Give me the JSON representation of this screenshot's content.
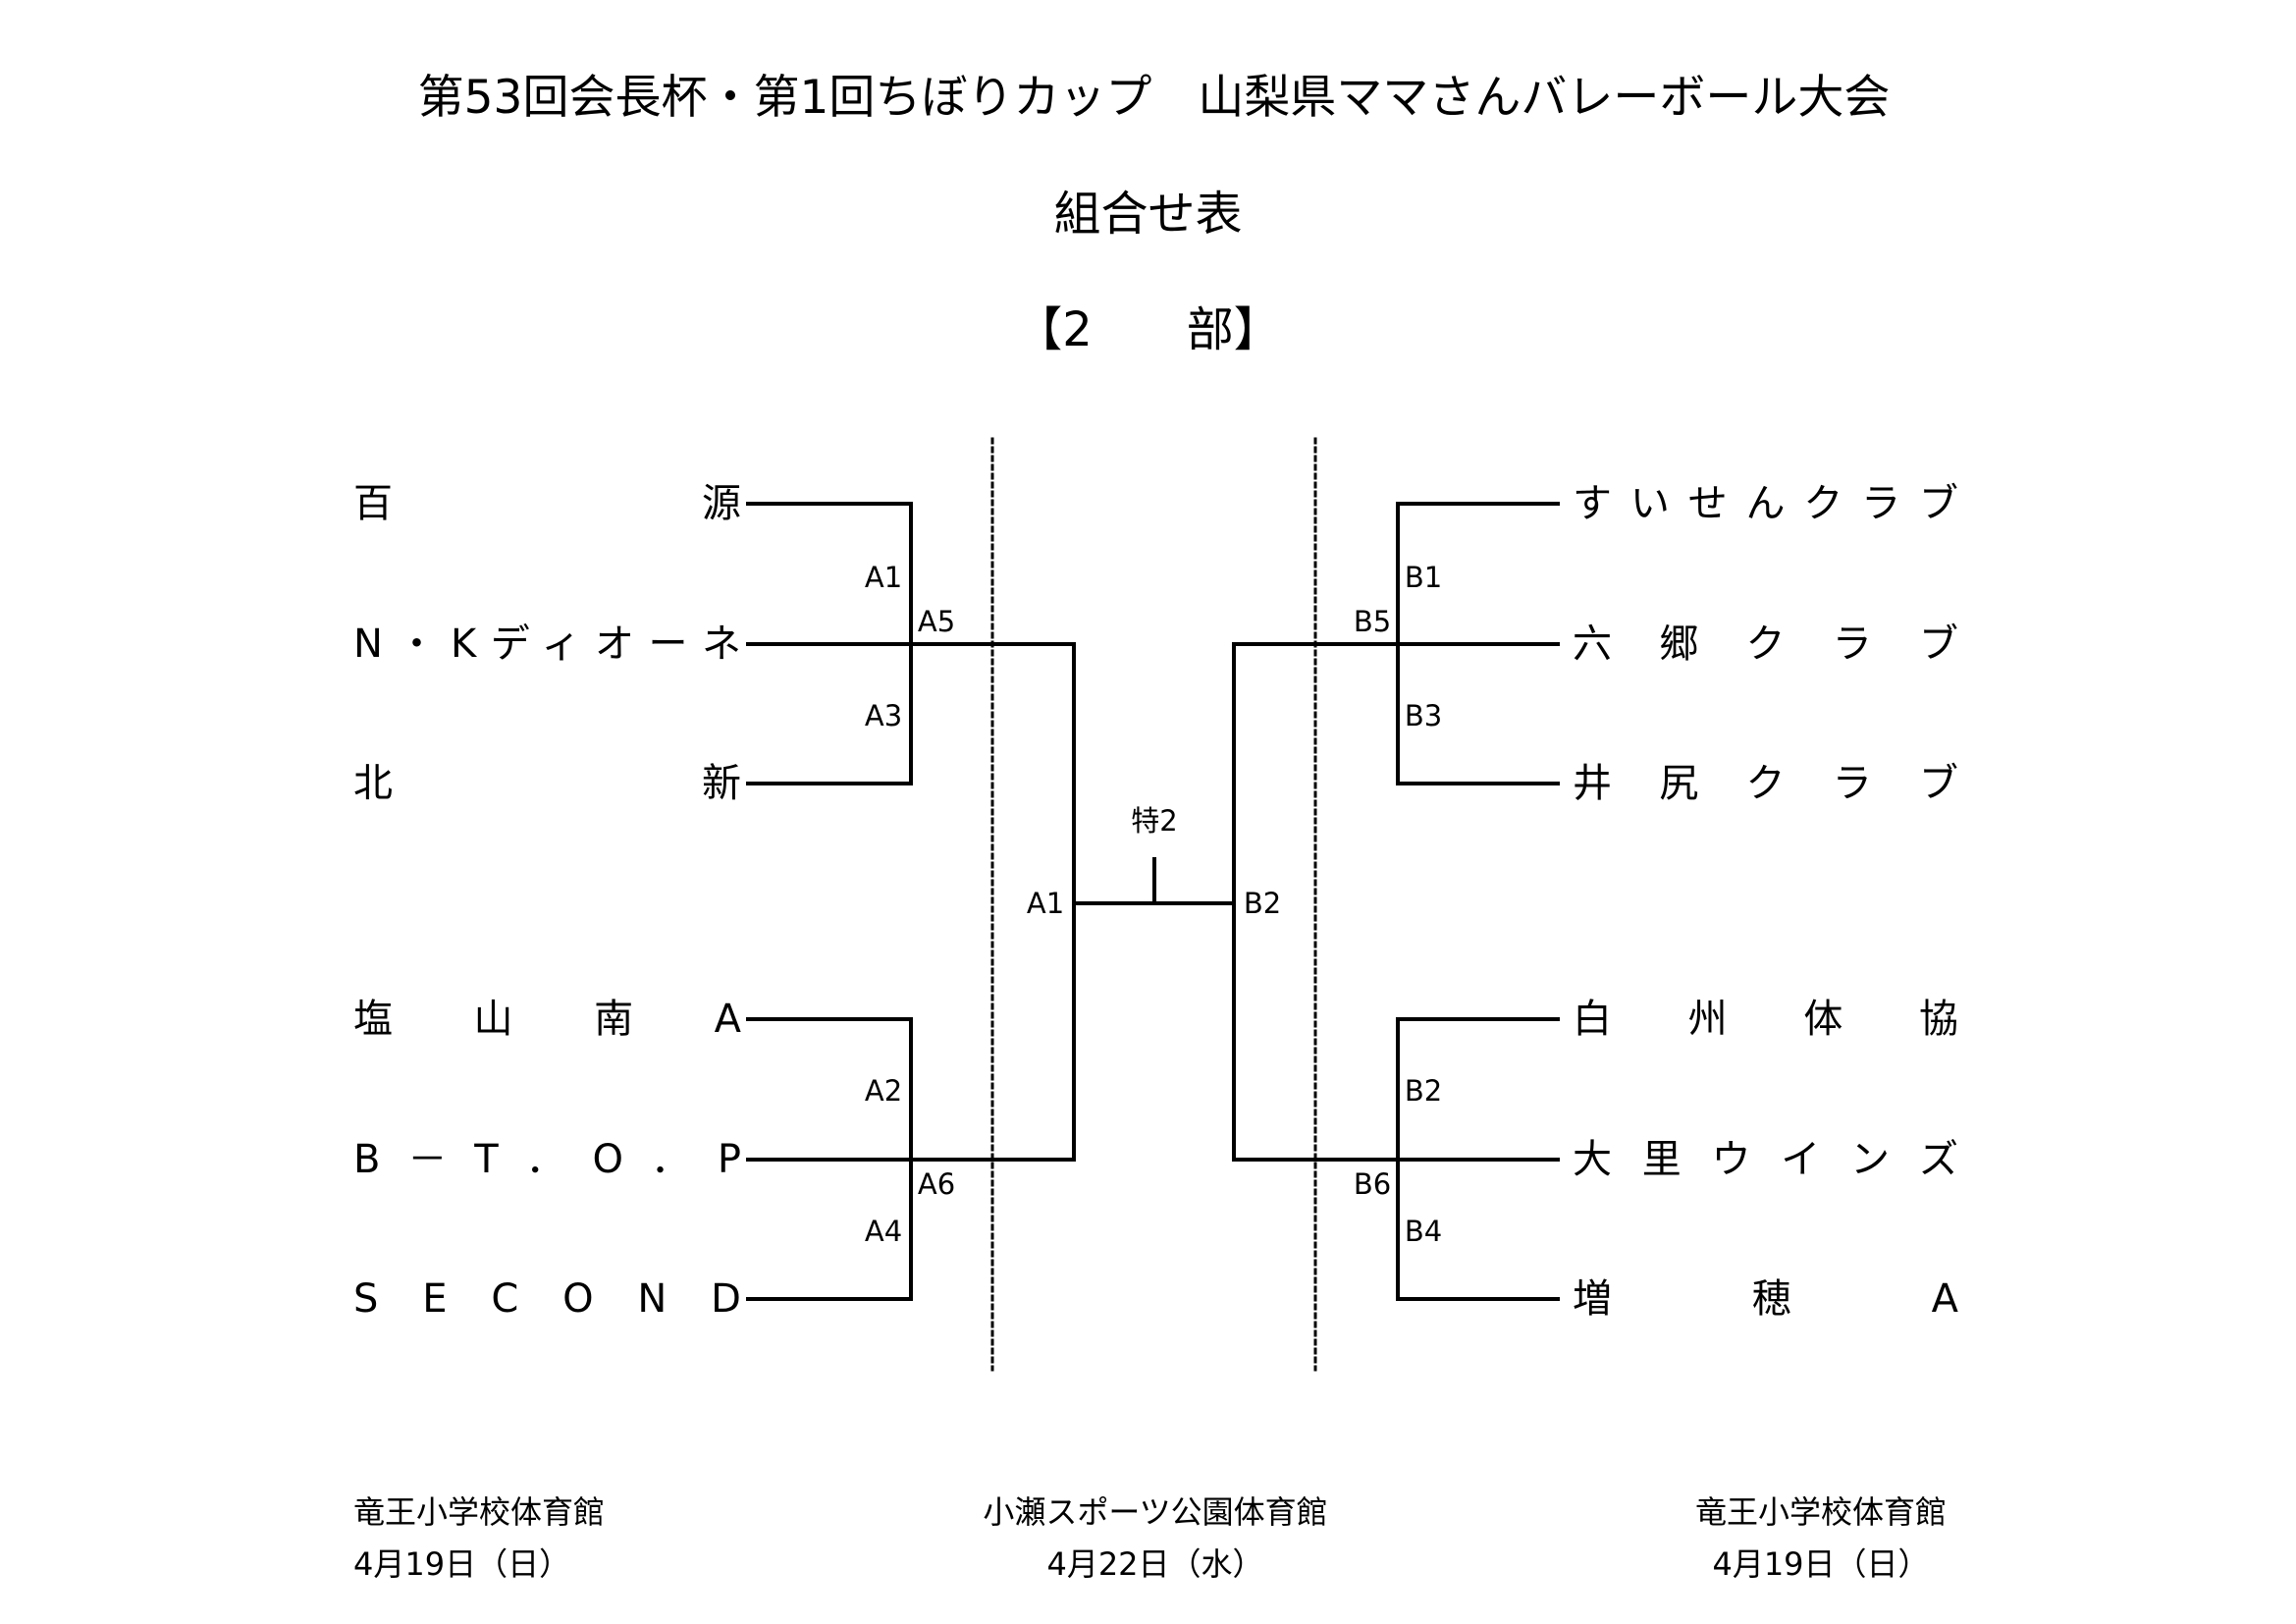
{
  "header": {
    "title": "第53回会長杯・第1回ちぼりカップ　山梨県ママさんバレーボール大会",
    "subtitle": "組合せ表",
    "division": "【2　　部】"
  },
  "left_teams": [
    "百源",
    "N・Kディオーネ",
    "北新",
    "塩山南A",
    "B－T．O．P",
    "SECOND"
  ],
  "right_teams": [
    "すいせんクラブ",
    "六郷クラブ",
    "井尻クラブ",
    "白州体協",
    "大里ウインズ",
    "増穂A"
  ],
  "match_labels": {
    "a1": "A1",
    "a3": "A3",
    "a5": "A5",
    "a2": "A2",
    "a4": "A4",
    "a6": "A6",
    "final_left": "A1",
    "final_right": "B2",
    "final": "特2",
    "b1": "B1",
    "b3": "B3",
    "b5": "B5",
    "b2": "B2",
    "b4": "B4",
    "b6": "B6"
  },
  "footer": {
    "left": {
      "venue": "竜王小学校体育館",
      "date": "4月19日（日）"
    },
    "center": {
      "venue": "小瀬スポーツ公園体育館",
      "date": "4月22日（水）"
    },
    "right": {
      "venue": "竜王小学校体育館",
      "date": "4月19日（日）"
    }
  }
}
